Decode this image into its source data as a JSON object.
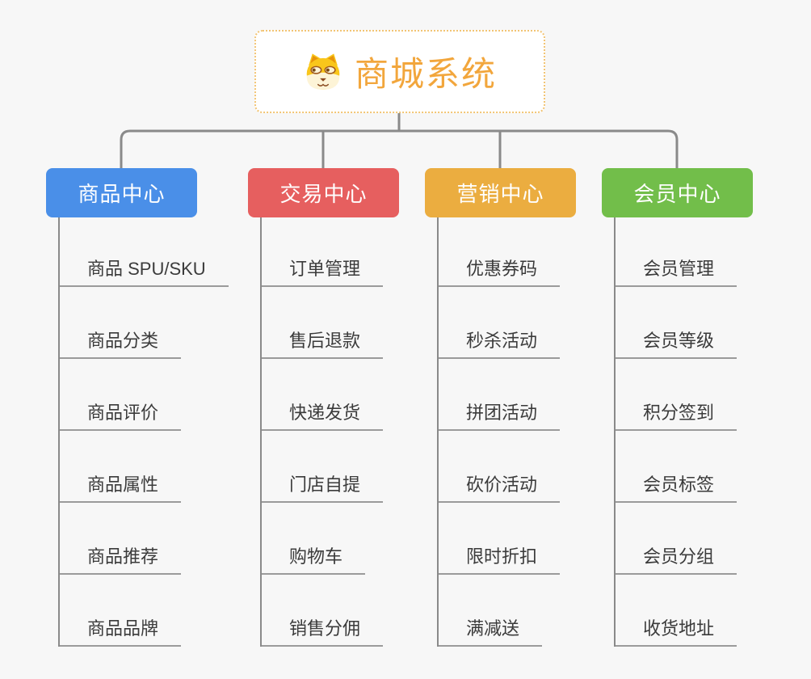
{
  "app": {
    "background_color": "#F7F7F7",
    "connector_color": "#8A8A8A",
    "child_line_color": "#9B9B9B"
  },
  "root": {
    "title": "商城系统",
    "text_color": "#F2A63C",
    "border_color": "#F2C473",
    "icon": "dog-face-icon"
  },
  "branches": [
    {
      "label": "商品中心",
      "color": "#4A8FE8",
      "children": [
        "商品 SPU/SKU",
        "商品分类",
        "商品评价",
        "商品属性",
        "商品推荐",
        "商品品牌"
      ]
    },
    {
      "label": "交易中心",
      "color": "#E65F5F",
      "children": [
        "订单管理",
        "售后退款",
        "快递发货",
        "门店自提",
        "购物车",
        "销售分佣"
      ]
    },
    {
      "label": "营销中心",
      "color": "#EBAD40",
      "children": [
        "优惠券码",
        "秒杀活动",
        "拼团活动",
        "砍价活动",
        "限时折扣",
        "满减送"
      ]
    },
    {
      "label": "会员中心",
      "color": "#72BE4A",
      "children": [
        "会员管理",
        "会员等级",
        "积分签到",
        "会员标签",
        "会员分组",
        "收货地址"
      ]
    }
  ]
}
